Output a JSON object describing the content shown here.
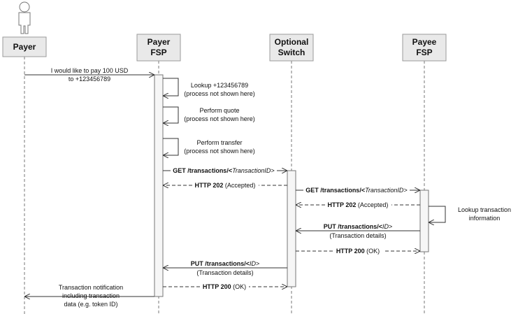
{
  "participants": [
    {
      "id": "payer",
      "lines": [
        "Payer"
      ],
      "actor_icon": "person-icon"
    },
    {
      "id": "payer_fsp",
      "lines": [
        "Payer",
        "FSP"
      ]
    },
    {
      "id": "switch",
      "lines": [
        "Optional",
        "Switch"
      ]
    },
    {
      "id": "payee_fsp",
      "lines": [
        "Payee",
        "FSP"
      ]
    }
  ],
  "messages": [
    {
      "id": "m1",
      "lines": [
        "I would like to pay 100 USD",
        "to +123456789"
      ]
    },
    {
      "id": "m2",
      "lines": [
        "Lookup +123456789",
        "(process not shown here)"
      ]
    },
    {
      "id": "m3",
      "lines": [
        "Perform quote",
        "(process not shown here)"
      ]
    },
    {
      "id": "m4",
      "lines": [
        "Perform transfer",
        "(process not shown here)"
      ]
    },
    {
      "id": "m5",
      "bold": "GET /transactions/<",
      "italic": "TransactionID",
      "tail": ">"
    },
    {
      "id": "m6",
      "bold": "HTTP 202",
      "tail": " (Accepted)"
    },
    {
      "id": "m7",
      "bold": "GET /transactions/<",
      "italic": "TransactionID",
      "tail": ">"
    },
    {
      "id": "m8",
      "bold": "HTTP 202",
      "tail": " (Accepted)"
    },
    {
      "id": "m9",
      "lines": [
        "Lookup transaction",
        "information"
      ]
    },
    {
      "id": "m10",
      "bold": "PUT /transactions/<",
      "italic": "ID",
      "tail": ">",
      "sub": "(Transaction details)"
    },
    {
      "id": "m11",
      "bold": "HTTP 200",
      "tail": " (OK)"
    },
    {
      "id": "m12",
      "bold": "PUT /transactions/<",
      "italic": "ID",
      "tail": ">",
      "sub": "(Transaction details)"
    },
    {
      "id": "m13",
      "bold": "HTTP 200",
      "tail": " (OK)"
    },
    {
      "id": "m14",
      "lines": [
        "Transaction notification",
        "including transaction",
        "data (e.g. token ID)"
      ]
    }
  ]
}
